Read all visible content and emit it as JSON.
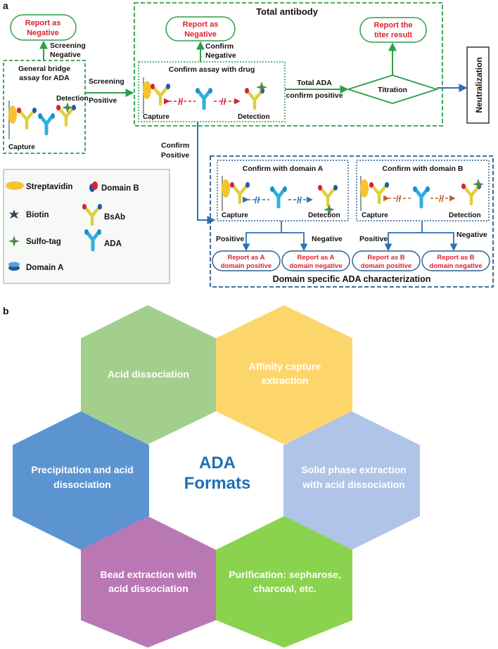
{
  "panel_a": {
    "label": "a",
    "total_antibody_title": "Total antibody",
    "report_negative_1": [
      "Report as",
      "Negative"
    ],
    "screening_negative": [
      "Screening",
      "Negative"
    ],
    "general_bridge": [
      "General bridge",
      "assay for ADA"
    ],
    "detection": "Detection",
    "capture": "Capture",
    "screening_positive": [
      "Screening",
      "Positive"
    ],
    "report_negative_2": [
      "Report as",
      "Negative"
    ],
    "confirm_negative": [
      "Confirm",
      "Negative"
    ],
    "confirm_assay_drug": "Confirm assay with drug",
    "total_ada_confirm": [
      "Total ADA",
      "confirm positive"
    ],
    "titration": "Titration",
    "report_titer": [
      "Report the",
      "titer result"
    ],
    "neutralization": "Neutralization",
    "confirm_positive": [
      "Confirm",
      "Positive"
    ],
    "domain_box_title": "Domain specific ADA characterization",
    "confirm_domain_a": "Confirm with domain A",
    "confirm_domain_b": "Confirm with domain B",
    "positive": "Positive",
    "negative": "Negative",
    "report_a_pos": [
      "Report as A",
      "domain positive"
    ],
    "report_a_neg": [
      "Report as A",
      "domain negative"
    ],
    "report_b_pos": [
      "Report as B",
      "domain positive"
    ],
    "report_b_neg": [
      "Report as B",
      "domain negative"
    ],
    "legend": {
      "streptavidin": "Streptavidin",
      "domain_b": "Domain B",
      "biotin": "Biotin",
      "bsab": "BsAb",
      "sulfo_tag": "Sulfo-tag",
      "ada": "ADA",
      "domain_a": "Domain A"
    }
  },
  "panel_b": {
    "label": "b",
    "center": [
      "ADA",
      "Formats"
    ],
    "hex_acid": [
      "Acid dissociation"
    ],
    "hex_affinity": [
      "Affinity capture",
      "extraction"
    ],
    "hex_precip": [
      "Precipitation and acid",
      "dissociation"
    ],
    "hex_solid": [
      "Solid phase extraction",
      "with acid dissociation"
    ],
    "hex_bead": [
      "Bead extraction with",
      "acid dissociation"
    ],
    "hex_purif": [
      "Purification: sepharose,",
      "charcoal, etc."
    ]
  },
  "colors": {
    "green_border": "#2e9e48",
    "blue_border": "#2c5c8a",
    "hex_green_light": "#a3cf8d",
    "hex_yellow": "#fdd66b",
    "hex_blue_dark": "#5b94d1",
    "hex_blue_light": "#afc4e6",
    "hex_purple": "#b978b4",
    "hex_green": "#8bd24f",
    "report_red": "#d9232e",
    "ada_cyan": "#2cb0e0"
  }
}
